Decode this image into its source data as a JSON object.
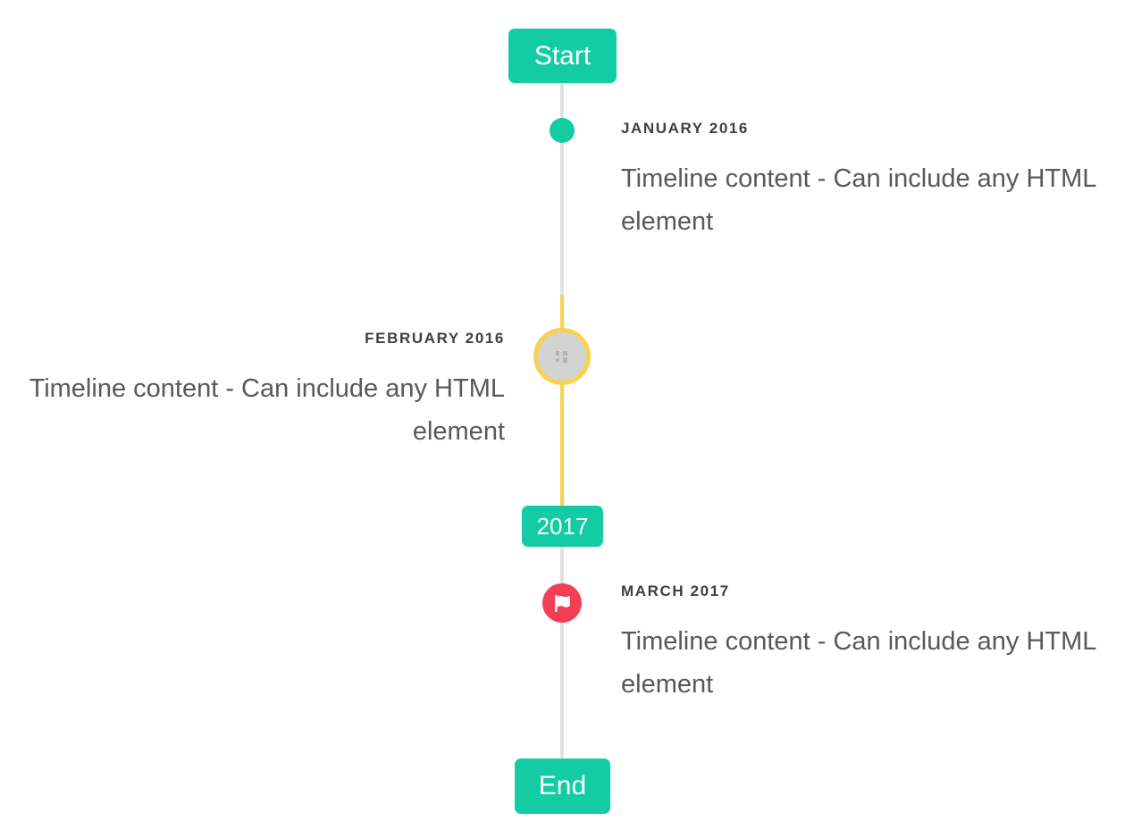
{
  "timeline": {
    "start_label": "Start",
    "end_label": "End",
    "year_badge_label": "2017",
    "colors": {
      "accent_teal": "#13cca3",
      "highlight_yellow": "#f9d24f",
      "marker_red": "#f23f55",
      "line_gray": "#e1e1e1",
      "avatar_gray": "#d3d3d3",
      "title_text": "#3f3f3f",
      "body_text": "#58595b"
    },
    "items": [
      {
        "title": "JANUARY 2016",
        "content": "Timeline content - Can include any HTML element",
        "side": "right",
        "marker": "teal-dot"
      },
      {
        "title": "FEBRUARY 2016",
        "content": "Timeline content - Can include any HTML element",
        "side": "left",
        "marker": "avatar-circle-yellow-ring"
      },
      {
        "title": "MARCH 2017",
        "content": "Timeline content - Can include any HTML element",
        "side": "right",
        "marker": "red-flag-circle"
      }
    ]
  }
}
